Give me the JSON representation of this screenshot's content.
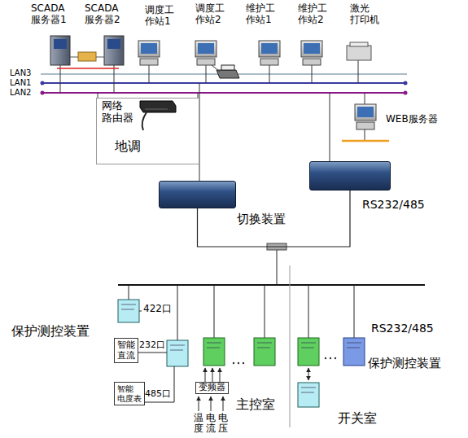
{
  "diagram": {
    "nodes": [
      {
        "text": [
          "SCADA 服务器1"
        ]
      },
      {
        "text": [
          "SCADA 服务器2"
        ]
      },
      {
        "text": [
          "调度工 作站1"
        ]
      },
      {
        "text": [
          "调度工 作站2"
        ]
      },
      {
        "text": [
          "维护工 作站1"
        ]
      },
      {
        "text": [
          "维护工 作站2"
        ]
      },
      {
        "text": [
          "激光 打印机"
        ]
      },
      {
        "text": [
          "网络 路由器",
          "地调"
        ]
      },
      {
        "text": [
          "WEB服务器"
        ]
      },
      {
        "text": [
          "切换装置"
        ]
      },
      {
        "text": [
          "RS232/485"
        ]
      },
      {
        "text": [
          "智能 直流"
        ]
      },
      {
        "text": [
          "智能 电度表"
        ]
      },
      {
        "text": [
          "变频器"
        ]
      }
    ],
    "edges": [
      {
        "from": 9,
        "to": 10,
        "arrow": "none"
      }
    ],
    "labels": [
      "LAN3",
      "LAN1",
      "LAN2",
      "422口",
      "232口",
      "485口",
      "保护测控装置",
      "RS232/485",
      "保护测控装置",
      "主控室",
      "开关室",
      "温度",
      "电流",
      "电压"
    ]
  }
}
